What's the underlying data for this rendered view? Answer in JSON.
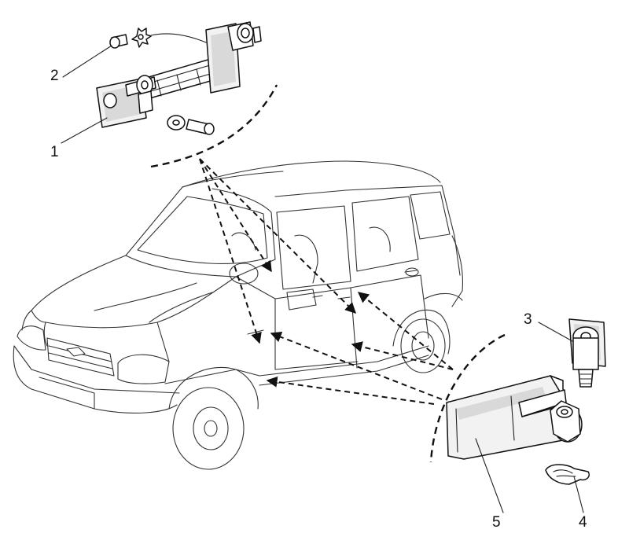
{
  "callouts": [
    {
      "id": "1",
      "text": "1"
    },
    {
      "id": "2",
      "text": "2"
    },
    {
      "id": "3",
      "text": "3"
    },
    {
      "id": "4",
      "text": "4"
    },
    {
      "id": "5",
      "text": "5"
    }
  ],
  "colors": {
    "line": "#111111",
    "background": "#ffffff",
    "part_fill": "#f2f2f2"
  }
}
